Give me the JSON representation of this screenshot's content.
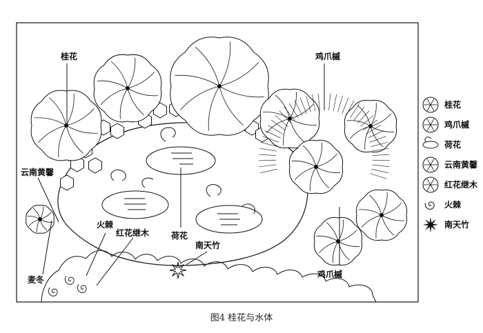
{
  "figure": {
    "caption": "图4 桂花与水体",
    "labels": {
      "guihua": "桂花",
      "jizhuaqi_top": "鸡爪槭",
      "yunnan": "云南黄馨",
      "huoji": "火棘",
      "honghua": "红花继木",
      "hehua": "荷花",
      "nantianzhu": "南天竹",
      "maidong": "麦冬",
      "jizhuaqi_bottom": "鸡爪槭"
    },
    "legend": [
      {
        "icon": "osmanthus-tree-icon",
        "label": "桂花"
      },
      {
        "icon": "maple-tree-icon",
        "label": "鸡爪槭"
      },
      {
        "icon": "lotus-icon",
        "label": "荷花"
      },
      {
        "icon": "jasmine-shrub-icon",
        "label": "云南黄馨"
      },
      {
        "icon": "loropetalum-icon",
        "label": "红花继木"
      },
      {
        "icon": "firethorn-icon",
        "label": "火棘"
      },
      {
        "icon": "nandina-icon",
        "label": "南天竹"
      }
    ]
  }
}
